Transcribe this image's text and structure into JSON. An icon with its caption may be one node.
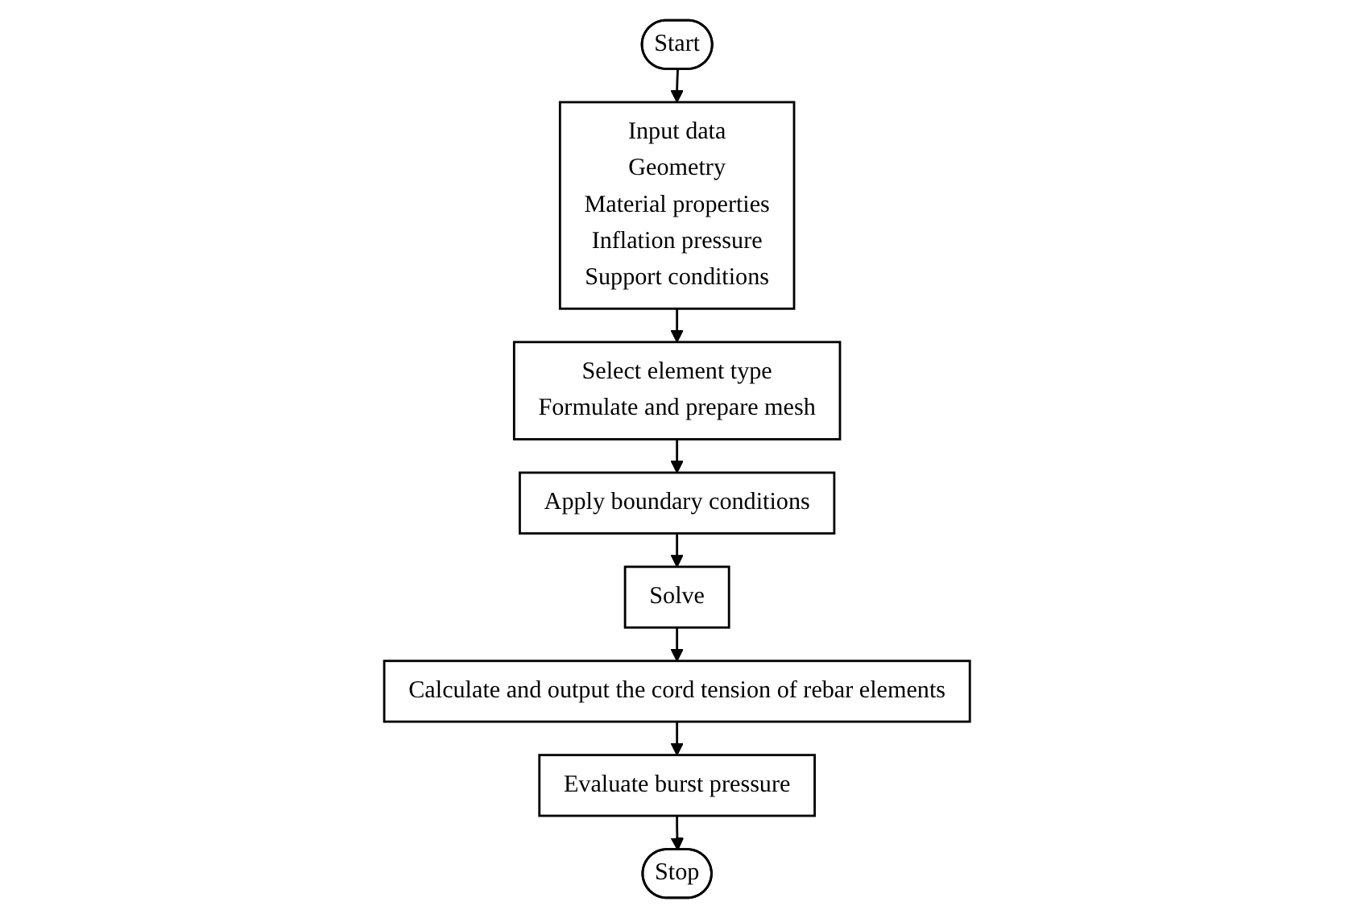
{
  "diagram": {
    "nodes": [
      {
        "text": [
          "Start"
        ]
      },
      {
        "text": [
          "Input data",
          "Geometry",
          "Material properties",
          "Inflation pressure",
          "Support conditions"
        ]
      },
      {
        "text": [
          "Select element type",
          "Formulate and prepare mesh"
        ]
      },
      {
        "text": [
          "Apply boundary conditions"
        ]
      },
      {
        "text": [
          "Solve"
        ]
      },
      {
        "text": [
          "Calculate and output the cord tension of rebar elements"
        ]
      },
      {
        "text": [
          "Evaluate burst pressure"
        ]
      },
      {
        "text": [
          "Stop"
        ]
      }
    ],
    "edges": [
      {
        "from": 0,
        "to": 1,
        "arrow": "to"
      },
      {
        "from": 1,
        "to": 2,
        "arrow": "to"
      },
      {
        "from": 2,
        "to": 3,
        "arrow": "to"
      },
      {
        "from": 3,
        "to": 4,
        "arrow": "to"
      },
      {
        "from": 4,
        "to": 5,
        "arrow": "to"
      },
      {
        "from": 5,
        "to": 6,
        "arrow": "to"
      },
      {
        "from": 6,
        "to": 7,
        "arrow": "to"
      }
    ]
  }
}
